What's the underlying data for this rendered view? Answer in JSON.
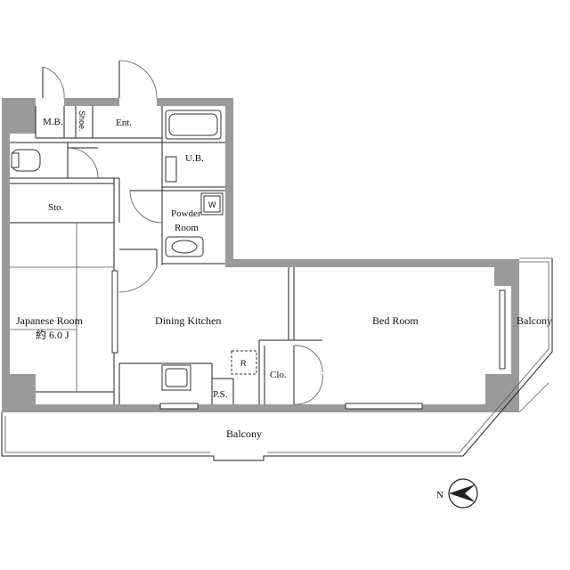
{
  "floor_plan": {
    "rooms": {
      "mb": "M.B.",
      "shoe": "Shoe.",
      "entrance": "Ent.",
      "unit_bath": "U.B.",
      "storage": "Sto.",
      "powder_room_line1": "Powder",
      "powder_room_line2": "Room",
      "washer": "W",
      "japanese_room": "Japanese Room",
      "japanese_room_size": "約 6.0 J",
      "dining_kitchen": "Dining Kitchen",
      "bed_room": "Bed Room",
      "balcony_side": "Balcony",
      "closet": "Clo.",
      "refrigerator": "R",
      "pipe_space": "P.S.",
      "balcony_bottom": "Balcony"
    },
    "compass": {
      "label": "N"
    }
  }
}
